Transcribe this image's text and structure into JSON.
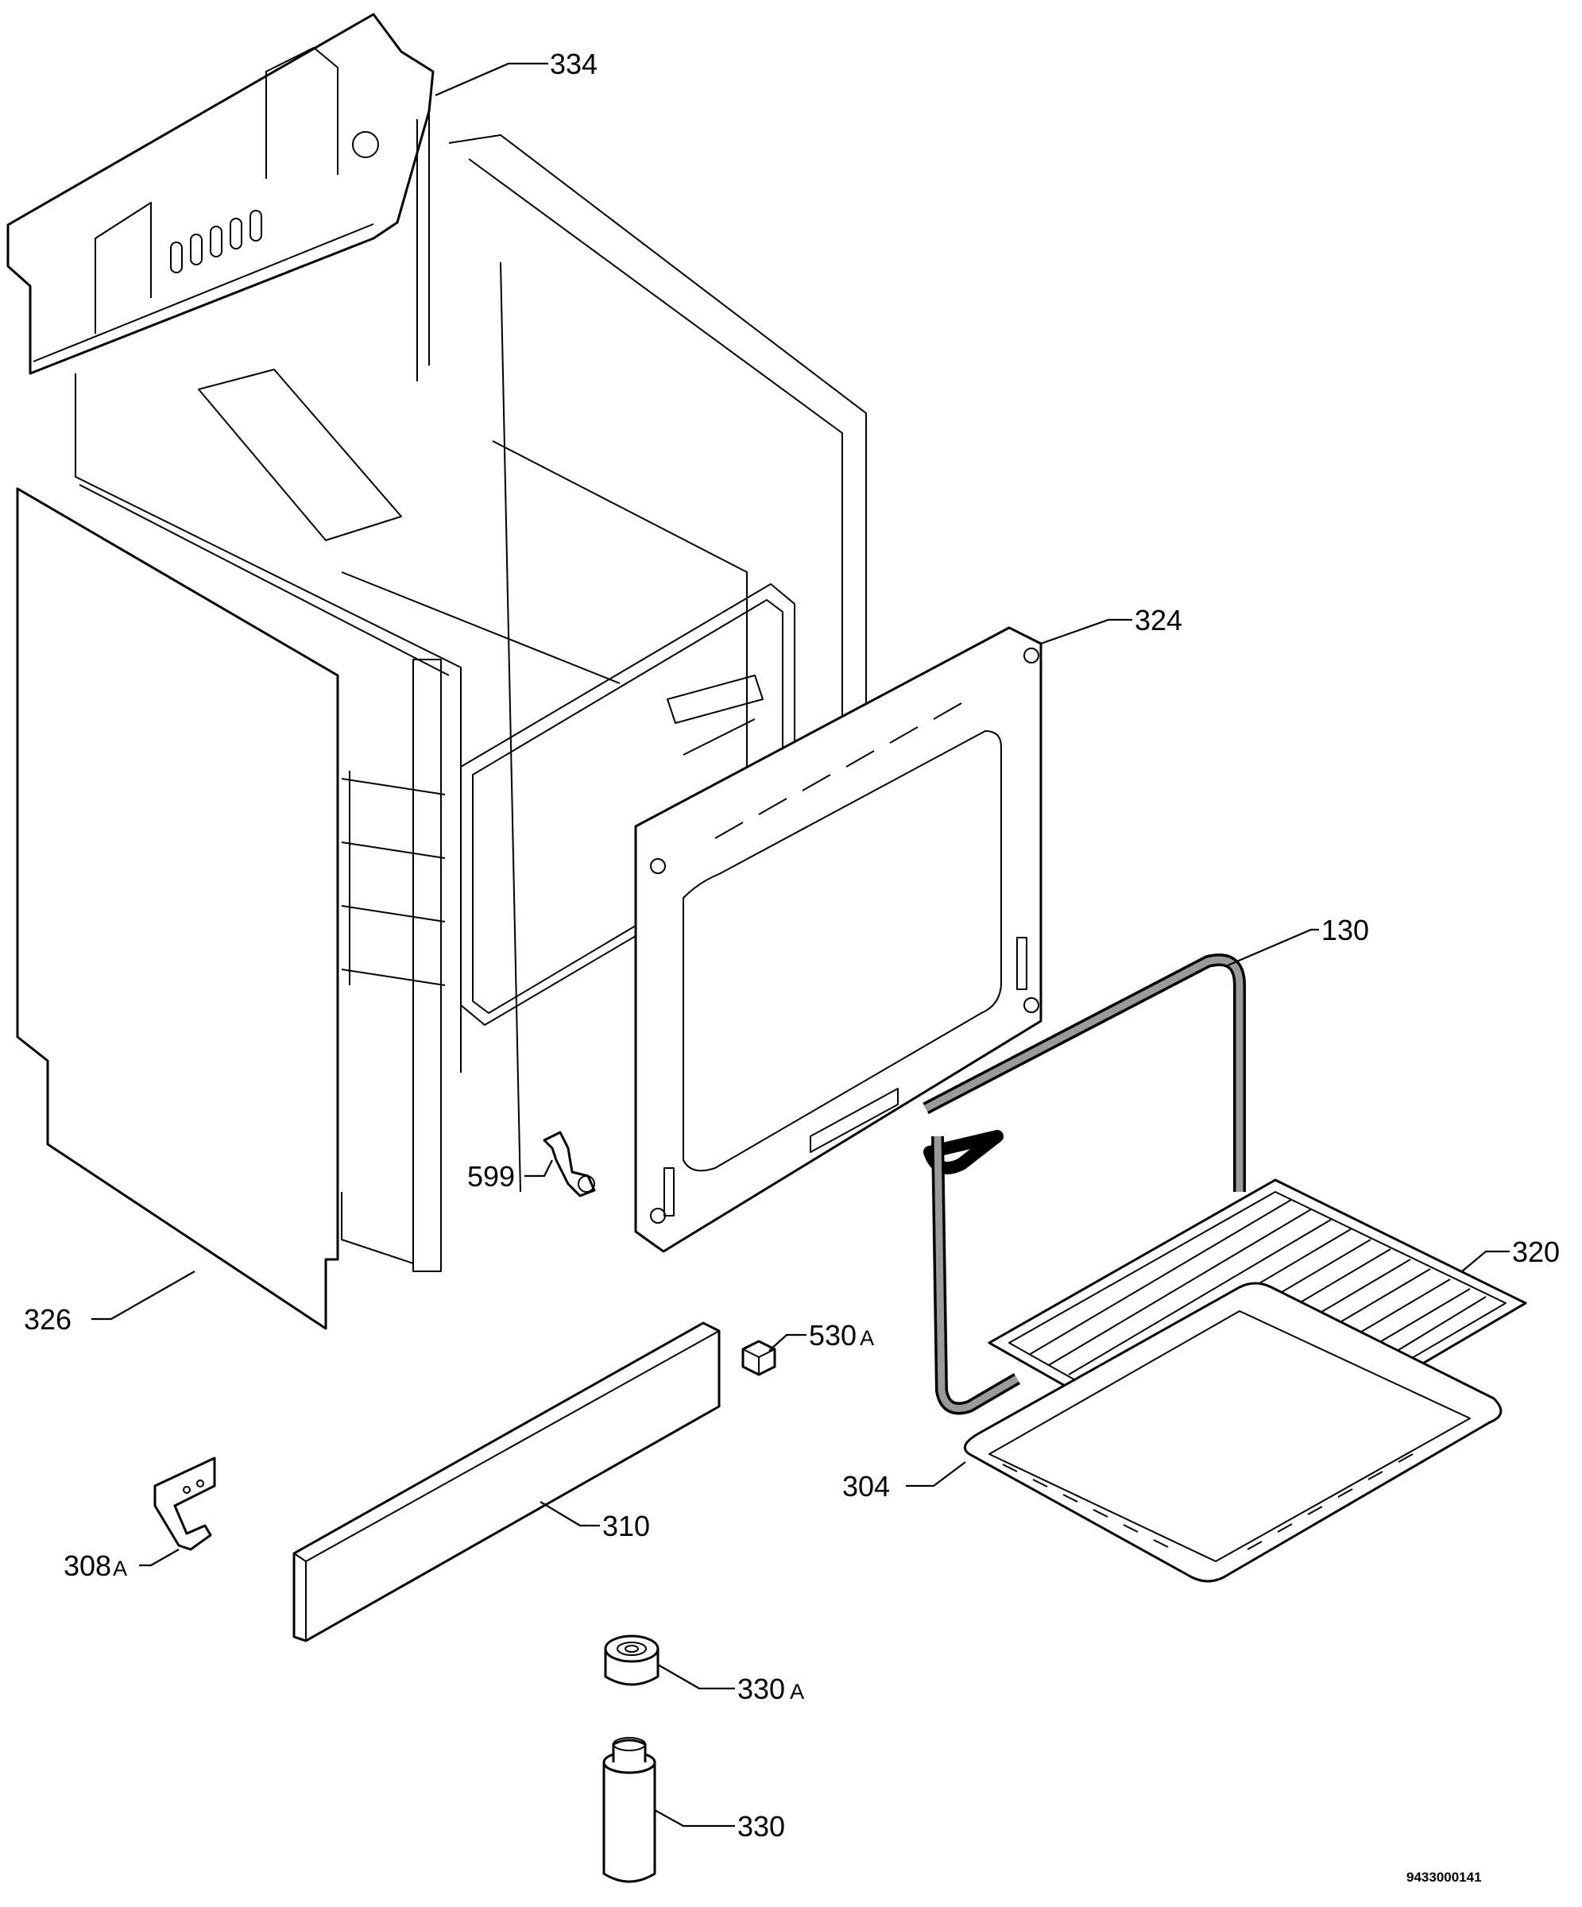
{
  "callouts": [
    {
      "id": "334",
      "number": "334",
      "suffix": ""
    },
    {
      "id": "324",
      "number": "324",
      "suffix": ""
    },
    {
      "id": "130",
      "number": "130",
      "suffix": ""
    },
    {
      "id": "320",
      "number": "320",
      "suffix": ""
    },
    {
      "id": "326",
      "number": "326",
      "suffix": ""
    },
    {
      "id": "599",
      "number": "599",
      "suffix": ""
    },
    {
      "id": "530A",
      "number": "530",
      "suffix": "A"
    },
    {
      "id": "304",
      "number": "304",
      "suffix": ""
    },
    {
      "id": "310",
      "number": "310",
      "suffix": ""
    },
    {
      "id": "308A",
      "number": "308",
      "suffix": "A"
    },
    {
      "id": "330A",
      "number": "330",
      "suffix": "A"
    },
    {
      "id": "330",
      "number": "330",
      "suffix": ""
    }
  ],
  "drawing_code": "9433000141"
}
